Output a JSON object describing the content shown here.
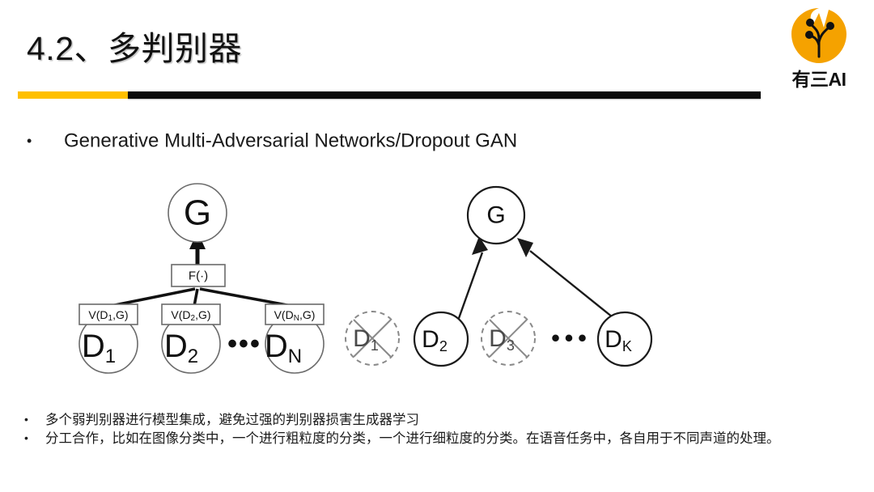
{
  "slide": {
    "title": "4.2、多判别器",
    "accent_yellow": "#FFC000",
    "accent_black": "#0B0B0B"
  },
  "logo": {
    "name": "yousan-ai-logo",
    "text": "有三AI",
    "mark_color": "#F5A200",
    "circuit_color": "#111111"
  },
  "top_bullet": {
    "marker": "•",
    "text": "Generative Multi-Adversarial Networks/Dropout GAN"
  },
  "figure": {
    "left_diagram": {
      "caption": "Generative Multi-Adversarial Networks",
      "generator": "G",
      "aggregator": "F(·)",
      "value_boxes": [
        "V(D",
        "1",
        ",G)",
        "V(D",
        "2",
        ",G)",
        "V(D",
        "N",
        ",G)"
      ],
      "value_box_labels": [
        {
          "base": "V(D",
          "sub": "1",
          "tail": ",G)"
        },
        {
          "base": "V(D",
          "sub": "2",
          "tail": ",G)"
        },
        {
          "base": "V(D",
          "sub": "N",
          "tail": ",G)"
        }
      ],
      "discriminators": [
        {
          "base": "D",
          "sub": "1"
        },
        {
          "base": "D",
          "sub": "2"
        },
        {
          "base": "D",
          "sub": "N"
        }
      ],
      "ellipsis": "•••"
    },
    "right_diagram": {
      "caption": "Dropout GAN",
      "generator": "G",
      "discriminators": [
        {
          "base": "D",
          "sub": "1",
          "dropped": true
        },
        {
          "base": "D",
          "sub": "2",
          "dropped": false
        },
        {
          "base": "D",
          "sub": "3",
          "dropped": true
        },
        {
          "base": "D",
          "sub": "K",
          "dropped": false
        }
      ],
      "ellipsis": "•••",
      "dropped_stroke_color": "#8a8a8a",
      "active_stroke_color": "#1a1a1a"
    }
  },
  "bottom_notes": {
    "marker": "•",
    "items": [
      "多个弱判别器进行模型集成，避免过强的判别器损害生成器学习",
      "分工合作，比如在图像分类中，一个进行粗粒度的分类，一个进行细粒度的分类。在语音任务中，各自用于不同声道的处理。"
    ]
  }
}
